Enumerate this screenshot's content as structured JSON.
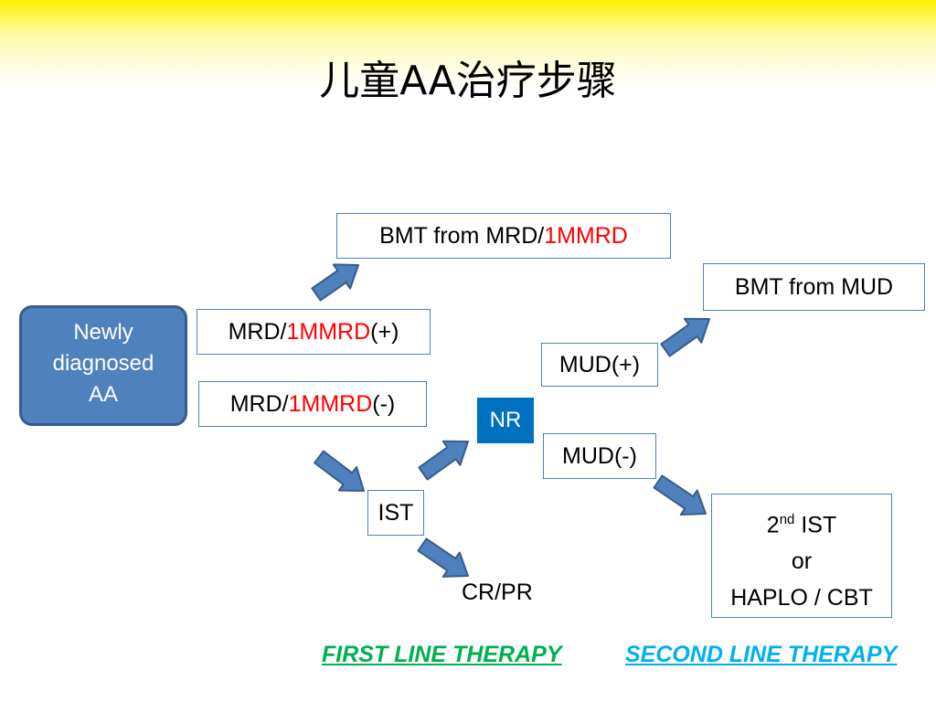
{
  "title": "儿童AA治疗步骤",
  "nodes": {
    "newly": [
      "Newly",
      "diagnosed",
      "AA"
    ],
    "bmt_mrd": {
      "prefix": "BMT from MRD/",
      "red": "1MMRD"
    },
    "mrd_pos": {
      "prefix": "MRD/",
      "red": "1MMRD",
      "suffix": "(+)"
    },
    "mrd_neg": {
      "prefix": "MRD/",
      "red": "1MMRD",
      "suffix": "(-)"
    },
    "ist": "IST",
    "crpr": "CR/PR",
    "nr": "NR",
    "mud_pos": "MUD(+)",
    "mud_neg": "MUD(-)",
    "bmt_mud": "BMT from MUD",
    "second": {
      "num": "2",
      "sup": "nd",
      "ist": " IST",
      "or": "or",
      "haplo": "HAPLO / CBT"
    }
  },
  "footer": {
    "first": "FIRST LINE THERAPY",
    "second": "SECOND LINE THERAPY "
  },
  "colors": {
    "arrow_fill": "#4f81bd",
    "arrow_stroke": "#385d8a",
    "node_blue": "#4f81bd",
    "nr_blue": "#0070c0",
    "first_green": "#00b050",
    "second_cyan": "#00b0f0"
  }
}
